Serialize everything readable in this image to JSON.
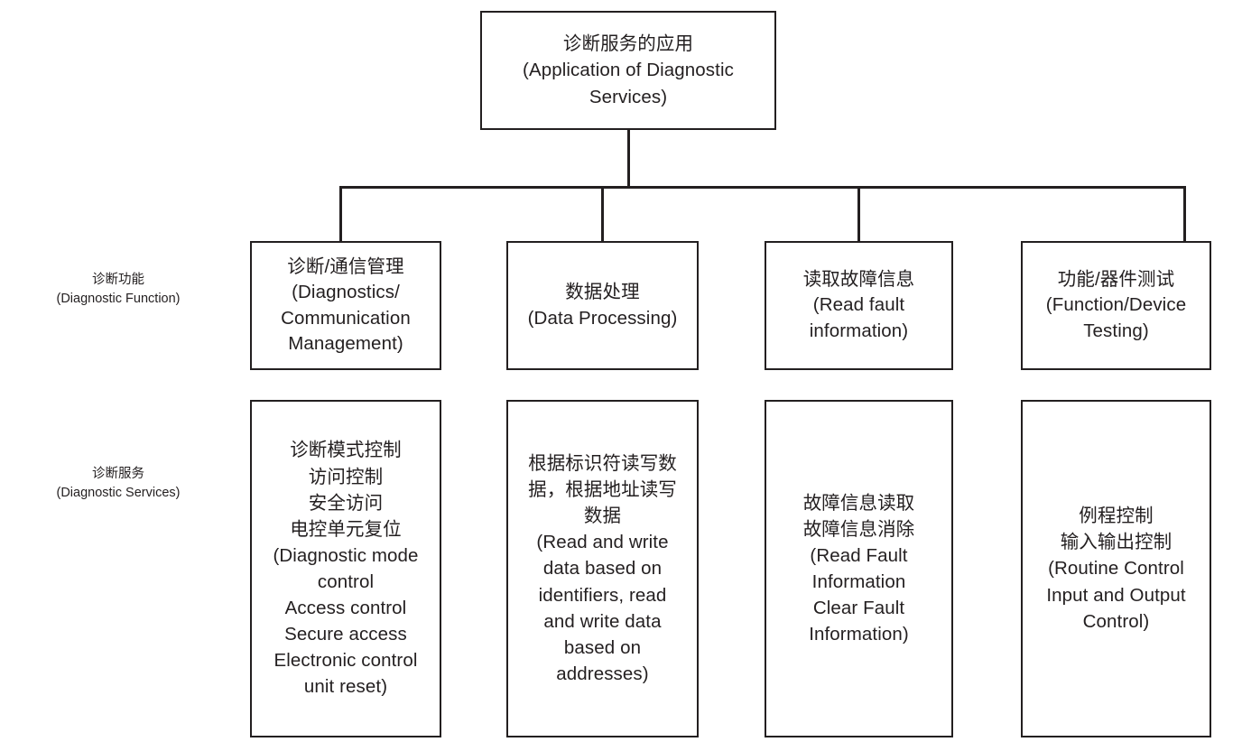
{
  "diagram": {
    "title_node": {
      "zh": "诊断服务的应用",
      "en": "(Application of Diagnostic Services)",
      "text": "诊断服务的应用\n(Application of Diagnostic\nServices)"
    },
    "row_labels": [
      {
        "id": "diagnostic-function",
        "zh": "诊断功能",
        "en": "(Diagnostic Function)",
        "text": "诊断功能\n(Diagnostic Function)"
      },
      {
        "id": "diagnostic-services",
        "zh": "诊断服务",
        "en": "(Diagnostic Services)",
        "text": "诊断服务\n(Diagnostic Services)"
      }
    ],
    "functions": [
      {
        "id": "diagnostics-communication-management",
        "zh": "诊断/通信管理",
        "en": "(Diagnostics/Communication Management)",
        "text": "诊断/通信管理\n(Diagnostics/\nCommunication\nManagement)"
      },
      {
        "id": "data-processing",
        "zh": "数据处理",
        "en": "(Data Processing)",
        "text": "数据处理\n(Data Processing)"
      },
      {
        "id": "read-fault-information",
        "zh": "读取故障信息",
        "en": "(Read fault information)",
        "text": "读取故障信息\n(Read fault\ninformation)"
      },
      {
        "id": "function-device-testing",
        "zh": "功能/器件测试",
        "en": "(Function/Device Testing)",
        "text": "功能/器件测试\n(Function/Device\nTesting)"
      }
    ],
    "services": [
      {
        "id": "diagnostic-mode-control",
        "zh": "诊断模式控制 访问控制 安全访问 电控单元复位",
        "en": "(Diagnostic mode control Access control Secure access Electronic control unit reset)",
        "text": "诊断模式控制\n访问控制\n安全访问\n电控单元复位\n(Diagnostic mode\ncontrol\nAccess control\nSecure access\nElectronic control\nunit reset)"
      },
      {
        "id": "read-write-data",
        "zh": "根据标识符读写数据，根据地址读写数据",
        "en": "(Read and write data based on identifiers, read and write data based on addresses)",
        "text": "根据标识符读写数\n据，根据地址读写\n数据\n(Read and write\ndata based on\nidentifiers, read\nand write data\nbased on\naddresses)"
      },
      {
        "id": "fault-information-read-clear",
        "zh": "故障信息读取 故障信息消除",
        "en": "(Read Fault Information Clear Fault Information)",
        "text": "故障信息读取\n故障信息消除\n(Read Fault\nInformation\nClear Fault\nInformation)"
      },
      {
        "id": "routine-io-control",
        "zh": "例程控制 输入输出控制",
        "en": "(Routine Control Input and Output Control)",
        "text": "例程控制\n输入输出控制\n(Routine Control\nInput and Output\nControl)"
      }
    ],
    "colors": {
      "stroke": "#231f20",
      "text": "#231f20",
      "background": "#ffffff"
    }
  }
}
